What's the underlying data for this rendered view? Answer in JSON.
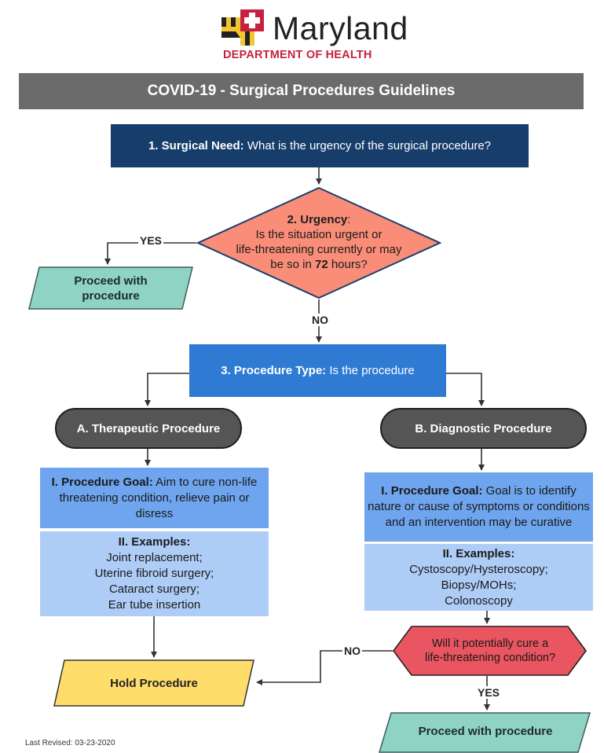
{
  "logo": {
    "wordmark": "Maryland",
    "department": "DEPARTMENT OF HEALTH",
    "colors": {
      "red": "#c8203f",
      "gold": "#f4c531",
      "black": "#222222",
      "white": "#ffffff"
    }
  },
  "title": "COVID-19 - Surgical Procedures Guidelines",
  "surgical_need": {
    "label": "1. Surgical Need:",
    "text": " What is the urgency of the surgical procedure?"
  },
  "urgency": {
    "label": "2. Urgency",
    "colon": ":",
    "line1": "Is the situation urgent or",
    "line2": "life-threatening currently or may",
    "line3_pre": "be so in ",
    "line3_bold": "72",
    "line3_post": " hours?"
  },
  "proceed_left": {
    "line1": "Proceed with",
    "line2": "procedure"
  },
  "edges": {
    "yes_urgent": "YES",
    "no_urgent": "NO",
    "no_cure": "NO",
    "yes_cure": "YES"
  },
  "procedure_type": {
    "label": "3. Procedure Type:",
    "text": " Is the procedure"
  },
  "therapeutic": {
    "title": "A. Therapeutic Procedure",
    "goal_label": "I. Procedure Goal:",
    "goal_text": " Aim to cure non-life threatening condition, relieve pain or disress",
    "examples_label": "II. Examples:",
    "examples": [
      "Joint replacement;",
      "Uterine fibroid surgery;",
      "Cataract surgery;",
      "Ear tube insertion"
    ]
  },
  "diagnostic": {
    "title": "B. Diagnostic Procedure",
    "goal_label": "I. Procedure Goal:",
    "goal_text": " Goal is to identify nature or cause of symptoms or conditions and an intervention may be curative",
    "examples_label": "II. Examples:",
    "examples": [
      "Cystoscopy/Hysteroscopy;",
      "Biopsy/MOHs;",
      "Colonoscopy"
    ]
  },
  "cure_question": {
    "line1": "Will it potentially cure a",
    "line2": "life-threatening condition?"
  },
  "hold": "Hold Procedure",
  "proceed_right": "Proceed with procedure",
  "last_revised": "Last Revised: 03-23-2020",
  "colors": {
    "navy": "#173d6b",
    "salmon": "#f98d78",
    "teal": "#8fd3c5",
    "blue": "#2f7ad3",
    "pill_gray": "#555555",
    "goal_blue": "#6fa5ee",
    "examples_blue": "#aecdf6",
    "red_hex": "#e95560",
    "yellow": "#ffdd6b",
    "title_gray": "#6b6b6b"
  }
}
